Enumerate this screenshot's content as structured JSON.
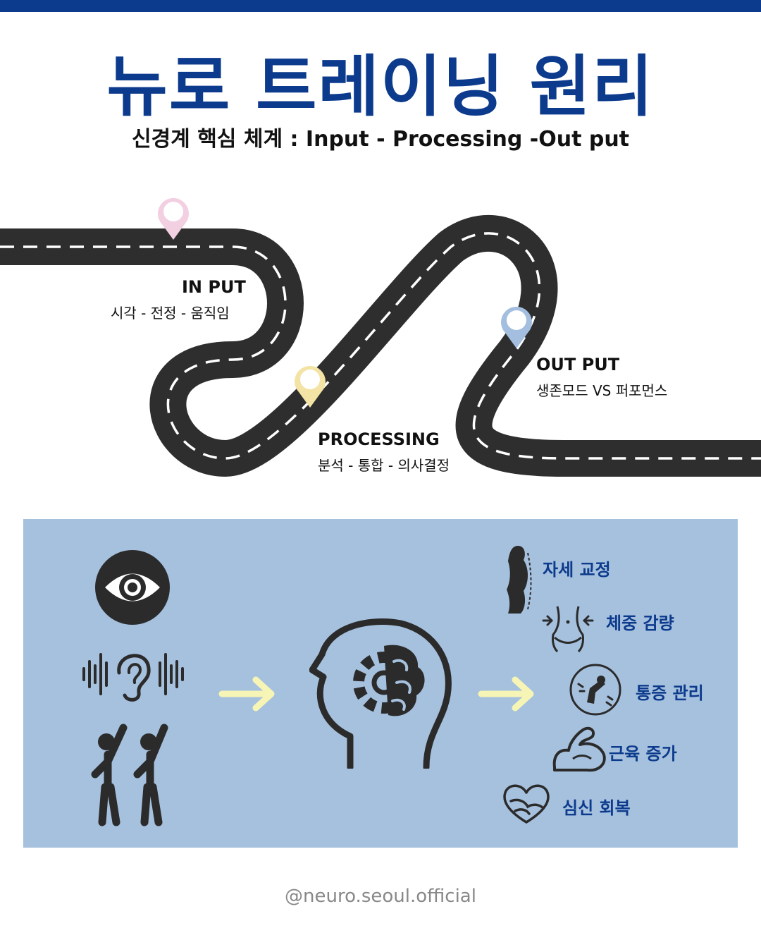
{
  "title": "뉴로 트레이닝 원리",
  "subtitle": "신경계 핵심 체계 : Input - Processing -Out put",
  "stages": [
    {
      "label": "IN PUT",
      "desc": "시각 - 전정 - 움직임",
      "pin_color": "#f2cfe1"
    },
    {
      "label": "PROCESSING",
      "desc": "분석 - 통합 - 의사결정",
      "pin_color": "#f3e3a4"
    },
    {
      "label": "OUT PUT",
      "desc": "생존모드 VS 퍼포먼스",
      "pin_color": "#a3bede"
    }
  ],
  "inputs": [
    "eye-icon",
    "ear-sound-icon",
    "stretching-people-icon"
  ],
  "center_icon": "brain-gear-head-icon",
  "outcomes": [
    {
      "label": "자세 교정",
      "icon": "posture-icon"
    },
    {
      "label": "체중 감량",
      "icon": "waist-icon"
    },
    {
      "label": "통증 관리",
      "icon": "joint-pain-icon"
    },
    {
      "label": "근육 증가",
      "icon": "flexed-arm-icon"
    },
    {
      "label": "심신 회복",
      "icon": "heart-hands-icon"
    }
  ],
  "footer": "@neuro.seoul.official",
  "colors": {
    "brand": "#0c3a8c",
    "panel": "#a6c1de",
    "road": "#2e2e2e",
    "arrow": "#f7f5b5"
  }
}
